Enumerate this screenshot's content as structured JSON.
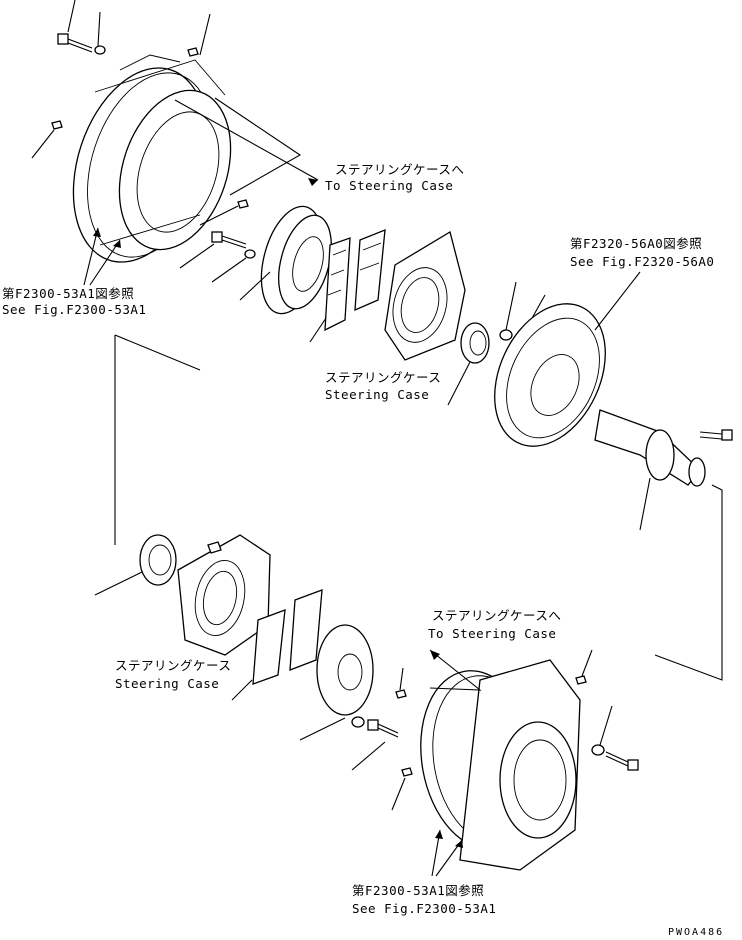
{
  "labels": {
    "steering_case_to_top_jp": "ステアリングケースへ",
    "steering_case_to_top_en": "To Steering Case",
    "see_fig_topleft_jp": "第F2300-53A1図参照",
    "see_fig_topleft_en": "See Fig.F2300-53A1",
    "see_fig_right_jp": "第F2320-56A0図参照",
    "see_fig_right_en": "See Fig.F2320-56A0",
    "steering_case_mid_jp": "ステアリングケース",
    "steering_case_mid_en": "Steering Case",
    "steering_case_left_jp": "ステアリングケース",
    "steering_case_left_en": "Steering Case",
    "steering_case_to_bottom_jp": "ステアリングケースへ",
    "steering_case_to_bottom_en": "To Steering Case",
    "see_fig_bottom_jp": "第F2300-53A1図参照",
    "see_fig_bottom_en": "See Fig.F2300-53A1",
    "drawing_code": "PWOA486"
  }
}
